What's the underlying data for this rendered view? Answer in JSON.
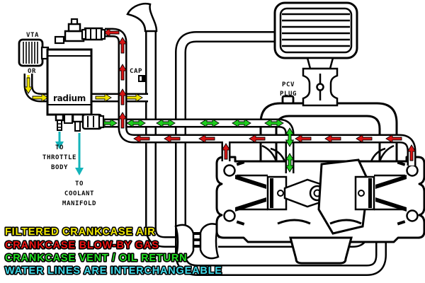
{
  "colors": {
    "filtered_crankcase_air": "#f0e300",
    "crankcase_blow_by_gas": "#d81515",
    "crankcase_vent_oil_return": "#1dce1d",
    "water_lines": "#14b4ba",
    "line_art": "#000000"
  },
  "catch_can": {
    "logo": "radium",
    "vta_label": "VTA",
    "or_label": "OR",
    "cap_label": "CAP"
  },
  "engine": {
    "pcv_label_line1": "PCV",
    "pcv_label_line2": "PLUG"
  },
  "ports": {
    "throttle_line1": "TO",
    "throttle_line2": "THROTTLE",
    "throttle_line3": "BODY",
    "coolant_line1": "TO",
    "coolant_line2": "COOLANT",
    "coolant_line3": "MANIFOLD"
  },
  "legend": {
    "items": [
      {
        "label": "FILTERED CRANKCASE AIR",
        "color": "#f2ea00"
      },
      {
        "label": "CRANKCASE BLOW-BY GAS",
        "color": "#ee1111"
      },
      {
        "label": "CRANKCASE VENT / OIL RETURN",
        "color": "#22e022"
      },
      {
        "label": "WATER LINES ARE INTERCHANGEABLE",
        "color": "#3fd9e9"
      }
    ]
  }
}
